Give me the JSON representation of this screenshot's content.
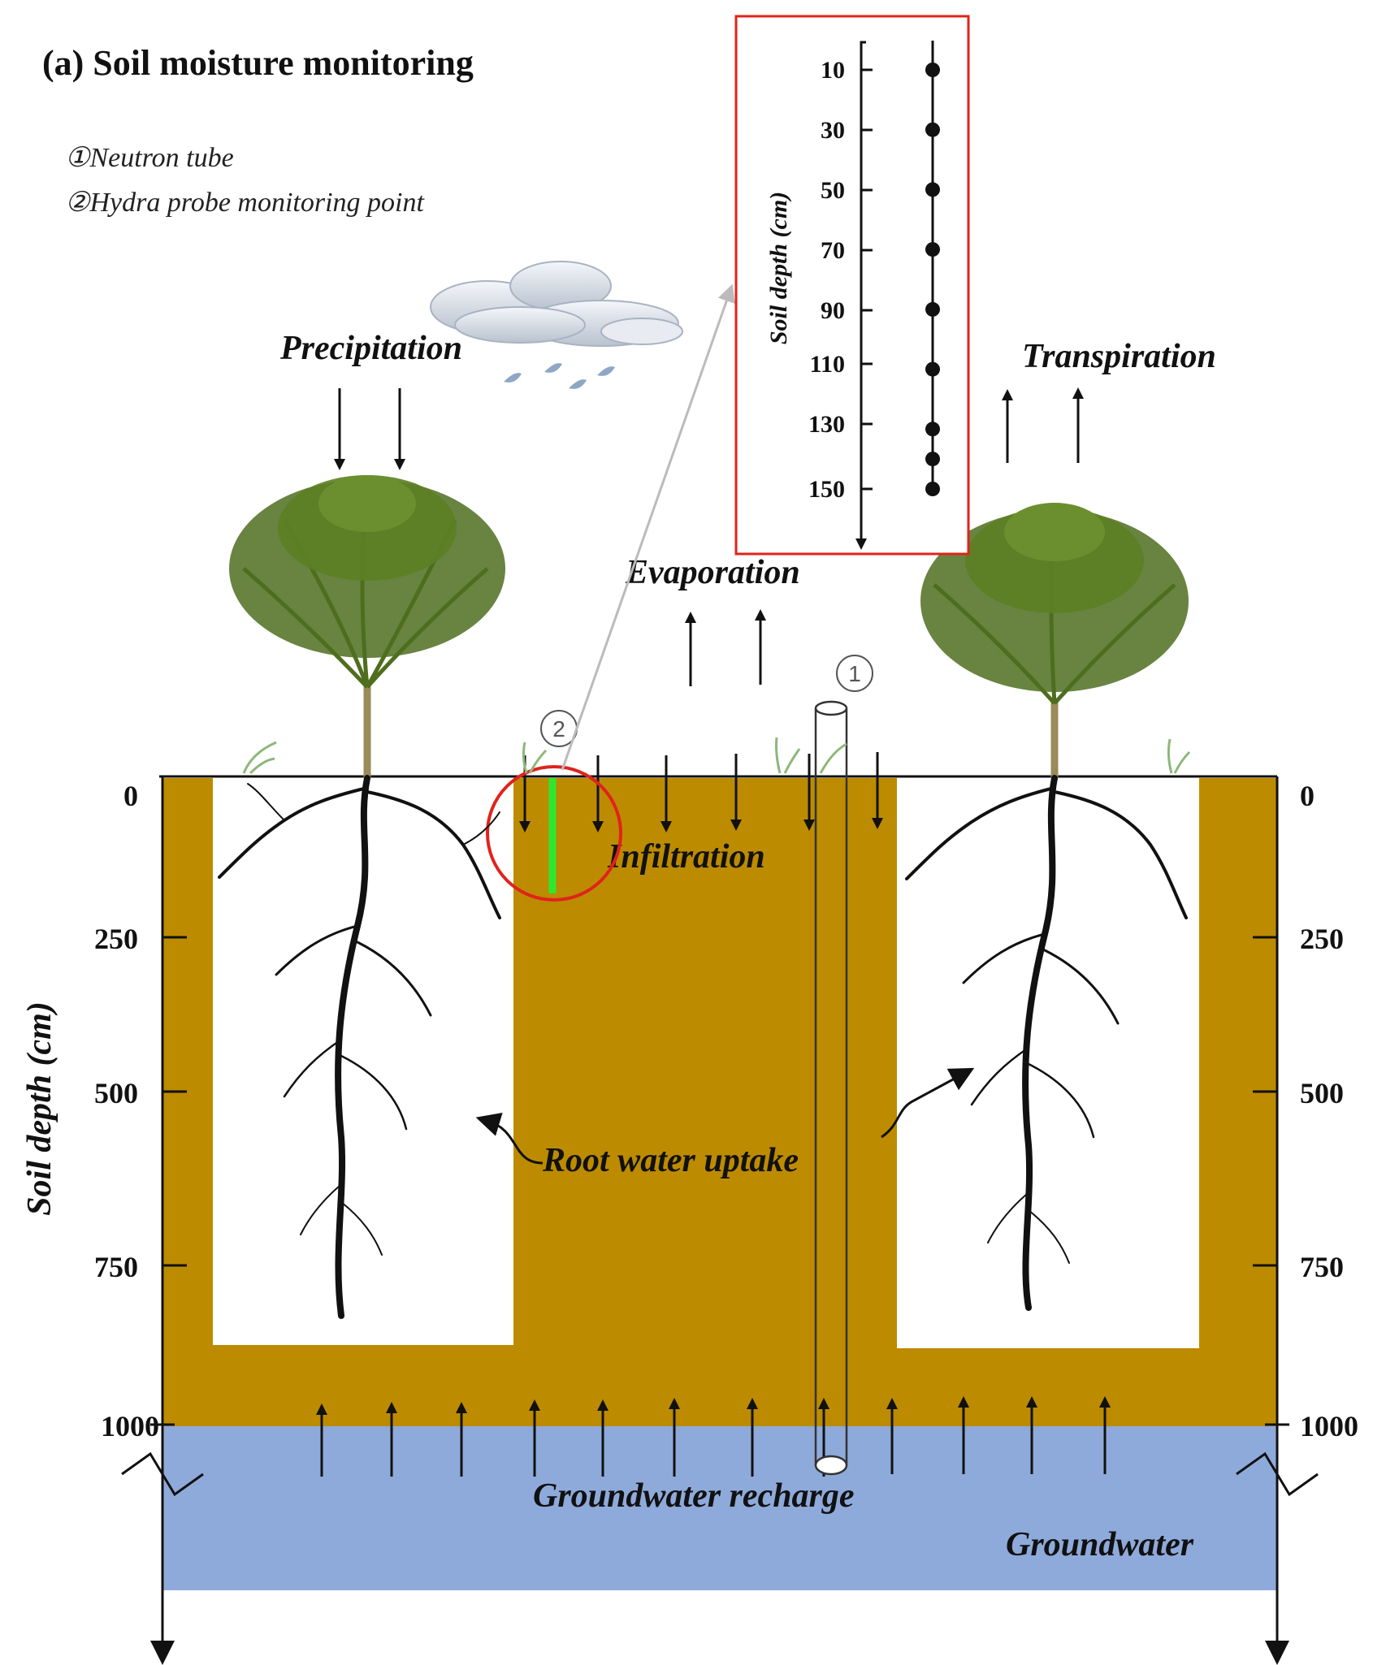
{
  "title": "(a) Soil moisture monitoring",
  "legend": {
    "item1": "①Neutron tube",
    "item2": "②Hydra probe monitoring point"
  },
  "markers": {
    "one": "①",
    "two": "②"
  },
  "processes": {
    "precipitation": "Precipitation",
    "transpiration": "Transpiration",
    "evaporation": "Evaporation",
    "infiltration": "Infiltration",
    "root_water_uptake": "Root water uptake",
    "groundwater_recharge": "Groundwater recharge",
    "groundwater": "Groundwater"
  },
  "axis": {
    "label": "Soil depth (cm)",
    "ticks": [
      "0",
      "250",
      "500",
      "750",
      "1000"
    ],
    "tick_values": [
      0,
      250,
      500,
      750,
      1000
    ]
  },
  "inset": {
    "label": "Soil depth (cm)",
    "ticks": [
      "10",
      "30",
      "50",
      "70",
      "90",
      "110",
      "130",
      "150"
    ],
    "tick_values": [
      10,
      30,
      50,
      70,
      90,
      110,
      130,
      150
    ],
    "probe_depths": [
      10,
      30,
      50,
      70,
      90,
      110,
      130,
      140,
      150
    ]
  },
  "colors": {
    "soil": "#bd8b00",
    "groundwater": "#8eaadb",
    "inset_border": "#e0231c",
    "probe_circle": "#e0231c",
    "probe": "#2ee82e",
    "foliage": "#4e6e1e",
    "grass": "#8cb87a"
  }
}
